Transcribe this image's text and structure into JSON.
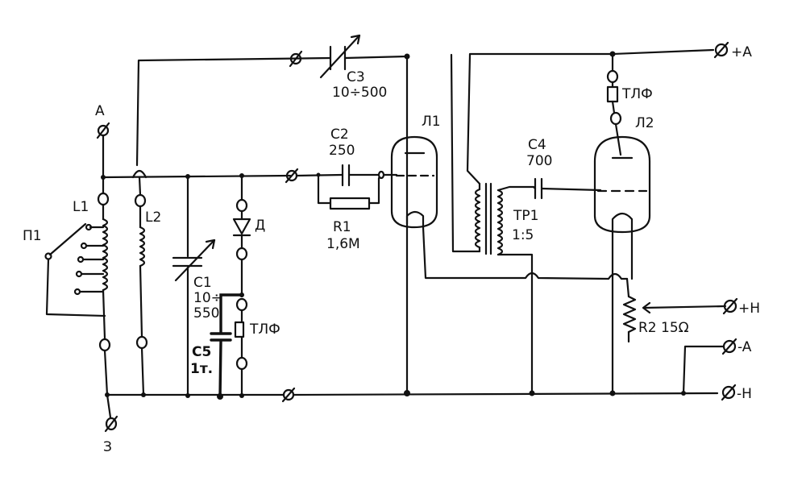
{
  "labels": {
    "antenna": "A",
    "ground": "З",
    "switch": "П1",
    "l1": "L1",
    "l2": "L2",
    "c1_name": "C1",
    "c1_val1": "10÷",
    "c1_val2": "550",
    "c2_name": "C2",
    "c2_val": "250",
    "c3_name": "C3",
    "c3_val": "10÷500",
    "c4_name": "C4",
    "c4_val": "700",
    "c5_name": "C5",
    "c5_val": "1т.",
    "r1_name": "R1",
    "r1_val": "1,6M",
    "r2": "R2  15Ω",
    "diode": "Д",
    "phones1": "ТЛФ",
    "phones2": "ТЛФ",
    "tube1": "Л1",
    "tube2": "Л2",
    "transformer_name": "ТР1",
    "transformer_ratio": "1:5",
    "plus_a": "+A",
    "plus_h": "+H",
    "minus_a": "-A",
    "minus_h": "-H"
  }
}
